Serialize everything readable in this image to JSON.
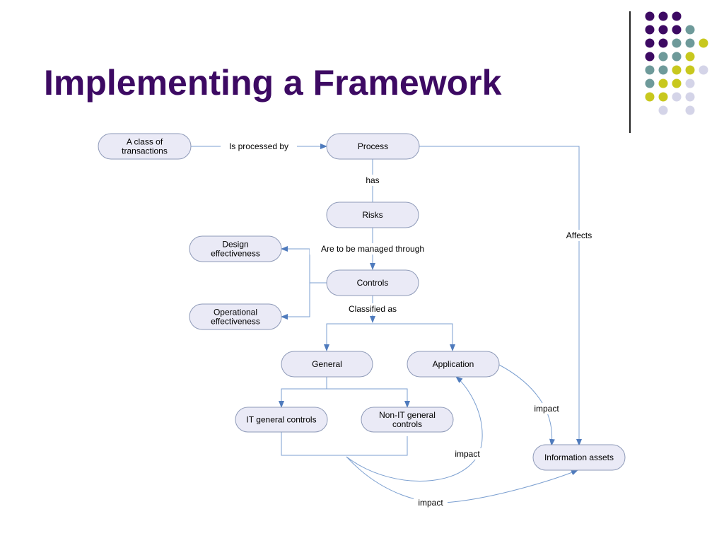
{
  "title": "Implementing a Framework",
  "decoration": {
    "dots": [
      [
        "purple",
        "purple",
        "purple",
        "",
        "",
        ""
      ],
      [
        "purple",
        "purple",
        "purple",
        "teal",
        "",
        ""
      ],
      [
        "purple",
        "purple",
        "teal",
        "teal",
        "lime",
        ""
      ],
      [
        "purple",
        "teal",
        "teal",
        "lime",
        "",
        ""
      ],
      [
        "teal",
        "teal",
        "lime",
        "lime",
        "lavender",
        ""
      ],
      [
        "teal",
        "lime",
        "lime",
        "lavender",
        "",
        ""
      ],
      [
        "lime",
        "lime",
        "lavender",
        "lavender",
        "",
        ""
      ],
      [
        "",
        "lavender",
        "",
        "lavender",
        "",
        ""
      ]
    ],
    "colors": {
      "purple": "#3d0a63",
      "teal": "#6e9a9a",
      "lime": "#c8c81e",
      "lavender": "#d4d4e8"
    }
  },
  "nodes": {
    "class": [
      "A class of",
      "transactions"
    ],
    "process": [
      "Process"
    ],
    "risks": [
      "Risks"
    ],
    "design": [
      "Design",
      "effectiveness"
    ],
    "controls": [
      "Controls"
    ],
    "operational": [
      "Operational",
      "effectiveness"
    ],
    "general": [
      "General"
    ],
    "application": [
      "Application"
    ],
    "it_general": [
      "IT general controls"
    ],
    "non_it": [
      "Non-IT general",
      "controls"
    ],
    "info_assets": [
      "Information assets"
    ]
  },
  "edge_labels": {
    "processed_by": "Is processed by",
    "has": "has",
    "managed": "Are to be managed through",
    "classified": "Classified as",
    "affects": "Affects",
    "impact_app_info": "impact",
    "impact_to_app": "impact",
    "impact_to_info": "impact"
  }
}
